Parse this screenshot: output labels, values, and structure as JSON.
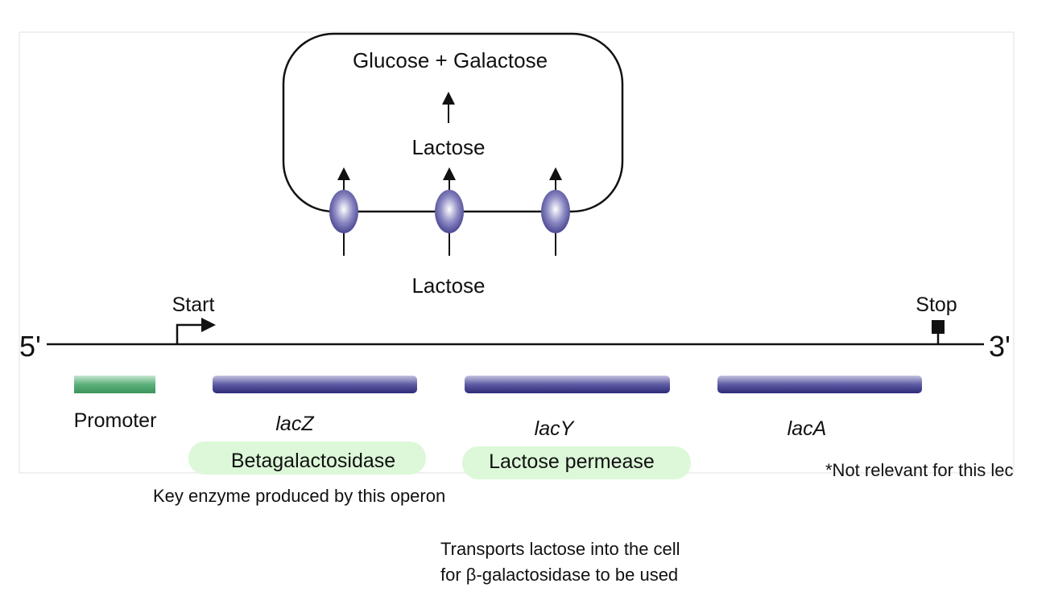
{
  "cell": {
    "products_label": "Glucose + Galactose",
    "inside_label": "Lactose",
    "outside_label": "Lactose"
  },
  "dna": {
    "five_prime": "5'",
    "three_prime": "3'",
    "start_label": "Start",
    "stop_label": "Stop"
  },
  "genes": {
    "promoter": "Promoter",
    "lacZ": "lacZ",
    "lacY": "lacY",
    "lacA": "lacA"
  },
  "highlights": {
    "lacZ_product": "Betagalactosidase",
    "lacY_product": "Lactose permease"
  },
  "notes": {
    "lacA_note": "*Not relevant for this lec",
    "lacZ_note": "Key enzyme produced by this operon",
    "lacY_note_line1": "Transports lactose into the cell",
    "lacY_note_line2": "for β-galactosidase to be used"
  },
  "colors": {
    "gene_bar": "#3b3886",
    "promoter_bar": "#3f9a5e",
    "highlight": "#dcf8d8"
  }
}
